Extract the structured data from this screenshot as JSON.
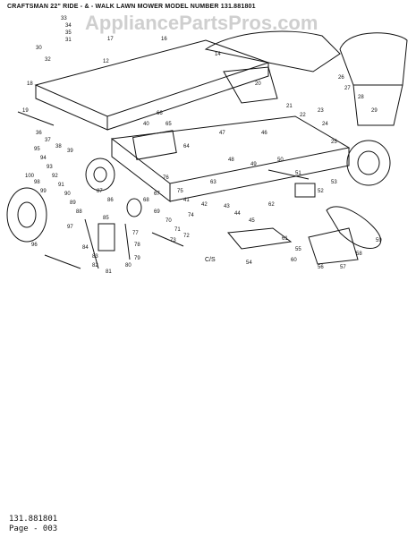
{
  "header": {
    "title": "CRAFTSMAN 22\" RIDE - & - WALK LAWN MOWER MODEL NUMBER 131.881801",
    "watermark": "AppliancePartsPros.com"
  },
  "diagram": {
    "section_label": "C/S",
    "callouts": [
      "33",
      "34",
      "35",
      "31",
      "30",
      "32",
      "17",
      "12",
      "16",
      "14",
      "20",
      "18",
      "19",
      "21",
      "22",
      "23",
      "24",
      "25",
      "26",
      "27",
      "28",
      "29",
      "36",
      "37",
      "38",
      "39",
      "40",
      "41",
      "42",
      "43",
      "44",
      "45",
      "46",
      "47",
      "48",
      "49",
      "50",
      "51",
      "52",
      "53",
      "54",
      "55",
      "56",
      "57",
      "58",
      "59",
      "60",
      "61",
      "62",
      "63",
      "64",
      "65",
      "66",
      "67",
      "68",
      "69",
      "70",
      "71",
      "72",
      "73",
      "74",
      "75",
      "76",
      "77",
      "78",
      "79",
      "80",
      "81",
      "82",
      "83",
      "84",
      "85",
      "86",
      "87",
      "88",
      "89",
      "90",
      "91",
      "92",
      "93",
      "94",
      "95",
      "96",
      "97",
      "98",
      "99",
      "100"
    ]
  },
  "footer": {
    "model": "131.881801",
    "page": "Page - 003"
  }
}
